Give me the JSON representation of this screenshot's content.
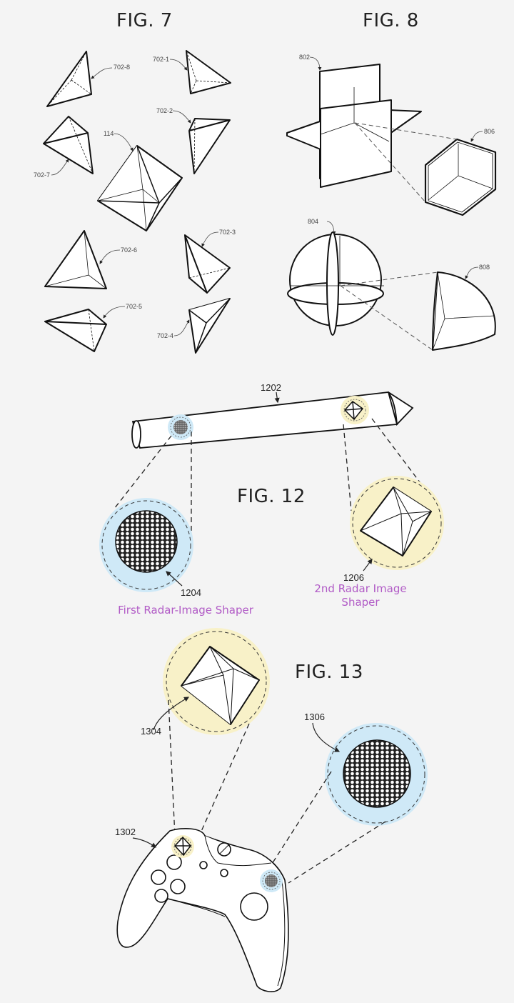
{
  "figures": {
    "fig7": {
      "title": "FIG. 7",
      "refs": [
        "702-8",
        "702-1",
        "702-2",
        "702-7",
        "114",
        "702-6",
        "702-3",
        "702-5",
        "702-4"
      ]
    },
    "fig8": {
      "title": "FIG. 8",
      "refs": [
        "802",
        "806",
        "804",
        "808"
      ]
    },
    "fig12": {
      "title": "FIG. 12",
      "refs": [
        "1202",
        "1204",
        "1206"
      ],
      "caption_first": "First Radar-Image Shaper",
      "caption_second_line1": "2nd Radar Image",
      "caption_second_line2": "Shaper"
    },
    "fig13": {
      "title": "FIG. 13",
      "refs": [
        "1302",
        "1304",
        "1306"
      ]
    }
  },
  "colors": {
    "background": "#f4f4f4",
    "highlight_blue": "#cfe9f7",
    "highlight_yellow": "#f8f1c8",
    "caption_purple": "#b15bc6",
    "line": "#111111"
  }
}
